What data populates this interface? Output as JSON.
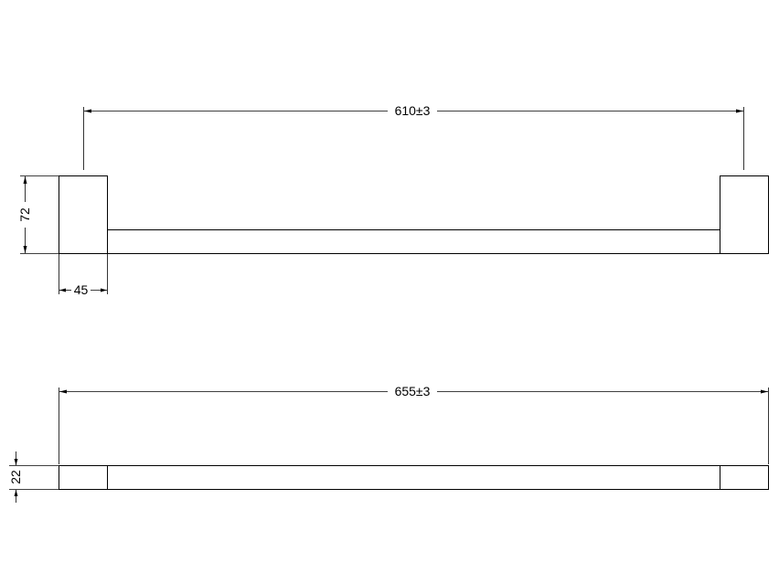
{
  "drawing": {
    "front_view": {
      "overall_width_label": "610±3",
      "mount_height_label": "72",
      "mount_width_label": "45"
    },
    "plan_view": {
      "overall_length_label": "655±3",
      "depth_label": "22"
    }
  }
}
